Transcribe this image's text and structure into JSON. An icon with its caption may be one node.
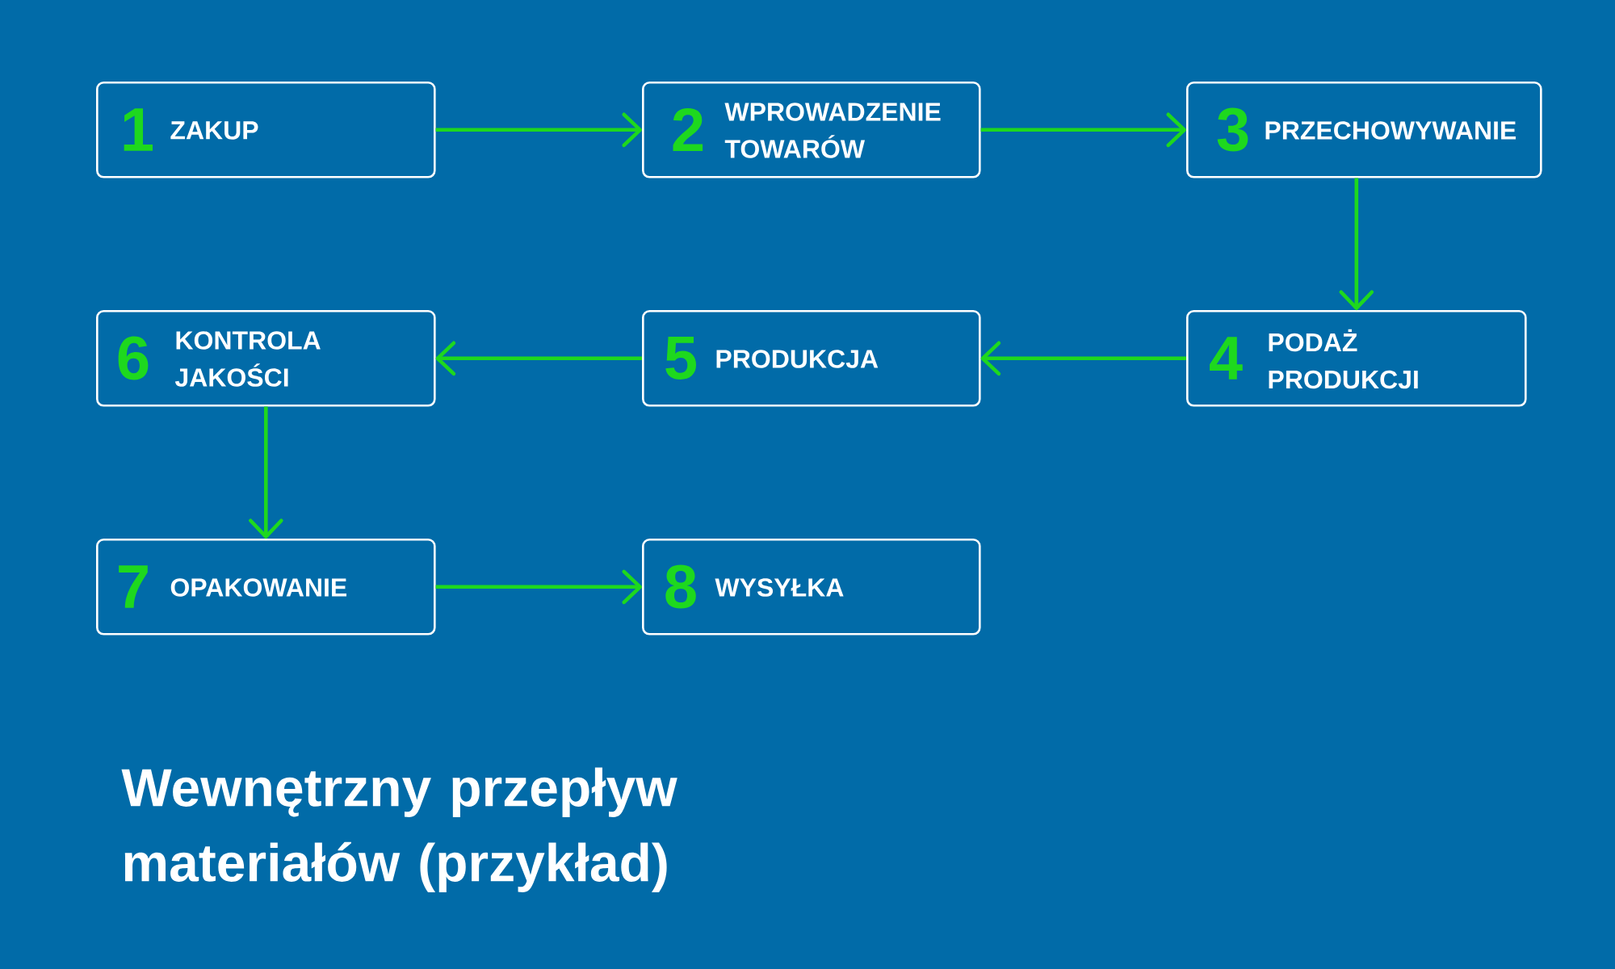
{
  "diagram": {
    "title": "Wewnętrzny przepływ materiałów (przykład)",
    "nodes": [
      {
        "text": [
          "1",
          "ZAKUP"
        ]
      },
      {
        "text": [
          "2",
          "WPROWADZENIE TOWARÓW"
        ]
      },
      {
        "text": [
          "3",
          "PRZECHOWYWANIE"
        ]
      },
      {
        "text": [
          "4",
          "PODAŻ PRODUKCJI"
        ]
      },
      {
        "text": [
          "5",
          "PRODUKCJA"
        ]
      },
      {
        "text": [
          "6",
          "KONTROLA JAKOŚCI"
        ]
      },
      {
        "text": [
          "7",
          "OPAKOWANIE"
        ]
      },
      {
        "text": [
          "8",
          "WYSYŁKA"
        ]
      }
    ],
    "edges": [
      {
        "from": 0,
        "to": 1,
        "arrow": "to"
      },
      {
        "from": 1,
        "to": 2,
        "arrow": "to"
      },
      {
        "from": 2,
        "to": 3,
        "arrow": "to"
      },
      {
        "from": 3,
        "to": 4,
        "arrow": "to"
      },
      {
        "from": 4,
        "to": 5,
        "arrow": "to"
      },
      {
        "from": 5,
        "to": 6,
        "arrow": "to"
      },
      {
        "from": 6,
        "to": 7,
        "arrow": "to"
      }
    ]
  }
}
